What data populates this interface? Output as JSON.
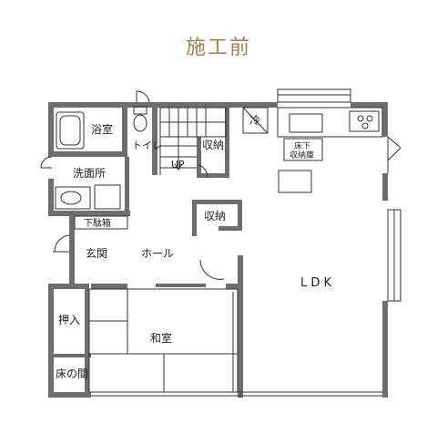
{
  "title": "施工前",
  "rooms": {
    "bath": "浴室",
    "toilet": "トイレ",
    "storage_1": "収納",
    "cooler": "冷",
    "underfloor": [
      "床下",
      "収納庫"
    ],
    "up": "UP",
    "washroom": "洗面所",
    "shoe_box": "下駄箱",
    "storage_2": "収納",
    "entrance": "玄関",
    "hall": "ホール",
    "ldk": "L D K",
    "closet": "押入",
    "japanese_room": "和室",
    "alcove": "床の間"
  },
  "colors": {
    "wall": "#6e6e6e",
    "line": "#333333",
    "title": "#a07e55"
  }
}
